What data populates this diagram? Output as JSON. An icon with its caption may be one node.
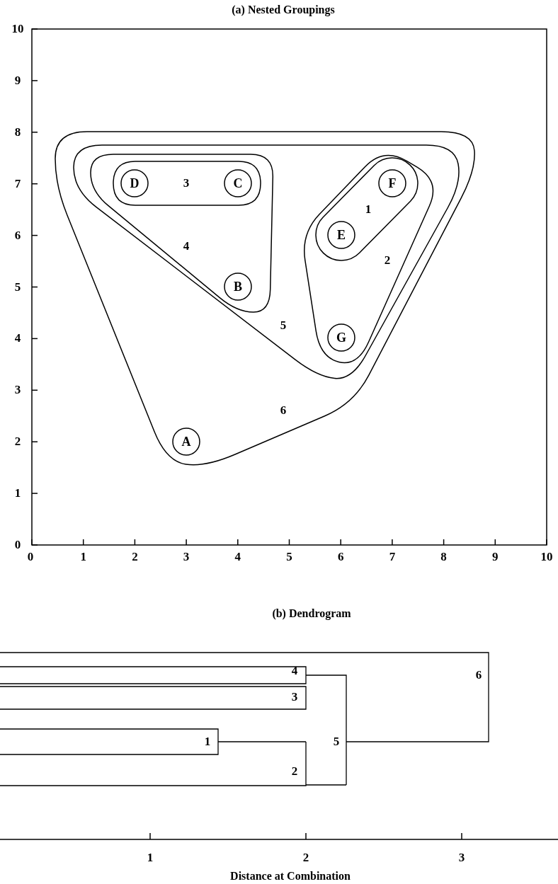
{
  "diagram": {
    "nodes": [
      {
        "text": [
          "6"
        ]
      },
      {
        "text": [
          "5"
        ],
        "in": 0
      },
      {
        "text": [
          "4"
        ],
        "in": 1
      },
      {
        "text": [
          "3"
        ],
        "in": 2
      },
      {
        "text": [
          "D"
        ],
        "in": 3
      },
      {
        "text": [
          "C"
        ],
        "in": 3
      },
      {
        "text": [
          "B"
        ],
        "in": 2
      },
      {
        "text": [
          "2"
        ],
        "in": 1
      },
      {
        "text": [
          "1"
        ],
        "in": 7
      },
      {
        "text": [
          "F"
        ],
        "in": 8
      },
      {
        "text": [
          "E"
        ],
        "in": 8
      },
      {
        "text": [
          "G"
        ],
        "in": 7
      },
      {
        "text": [
          "A"
        ],
        "in": 0
      }
    ],
    "edges": [],
    "labels": [
      "(a) Nested Groupings",
      "10",
      "9",
      "8",
      "7",
      "6",
      "5",
      "4",
      "3",
      "2",
      "1",
      "0",
      "0",
      "1",
      "2",
      "3",
      "4",
      "5",
      "6",
      "7",
      "8",
      "9",
      "10",
      "(b) Dendrogram",
      "6",
      "4",
      "3",
      "1",
      "5",
      "2",
      "1",
      "2",
      "3",
      "Distance at Combination"
    ]
  }
}
